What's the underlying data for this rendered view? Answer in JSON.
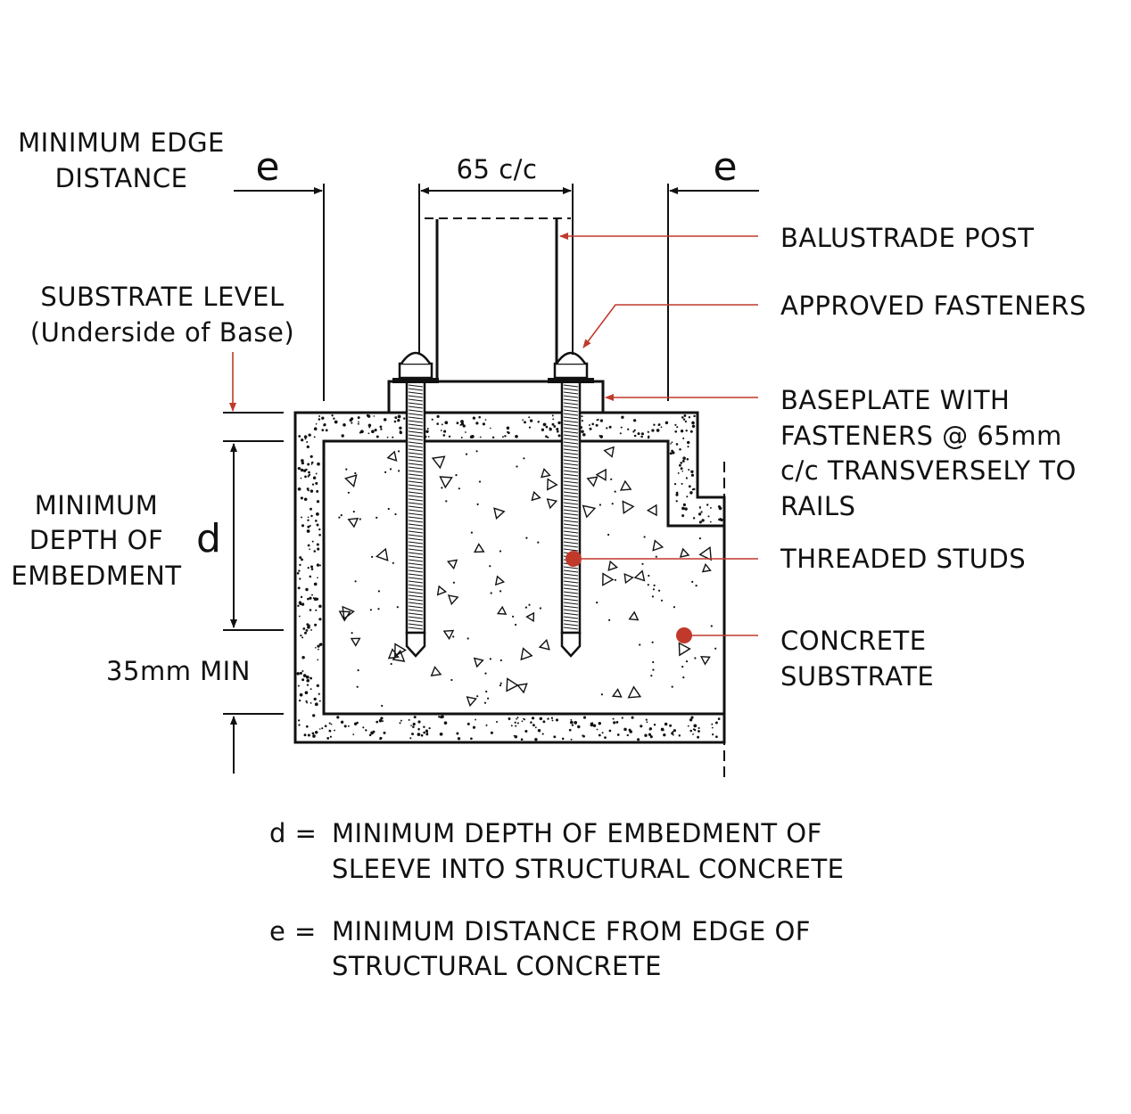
{
  "colors": {
    "line": "#111111",
    "accent": "#c0392b",
    "concrete_fill": "#ffffff"
  },
  "labels": {
    "min_edge_line1": "MINIMUM EDGE",
    "min_edge_line2": "DISTANCE",
    "e_left": "e",
    "e_right": "e",
    "center_spacing": "65 c/c",
    "balustrade_post": "BALUSTRADE POST",
    "approved_fasteners": "APPROVED FASTENERS",
    "substrate_line1": "SUBSTRATE LEVEL",
    "substrate_line2": "(Underside of Base)",
    "baseplate_line1": "BASEPLATE WITH",
    "baseplate_line2": "FASTENERS @ 65mm",
    "baseplate_line3": "c/c TRANSVERSELY TO",
    "baseplate_line4": "RAILS",
    "threaded_studs": "THREADED STUDS",
    "min_depth_line1": "MINIMUM",
    "min_depth_line2": "DEPTH OF",
    "min_depth_line3": "EMBEDMENT",
    "d_symbol": "d",
    "min_35mm": "35mm MIN",
    "concrete_line1": "CONCRETE",
    "concrete_line2": "SUBSTRATE"
  },
  "notes": {
    "d_prefix": "d =",
    "d_line1": "MINIMUM DEPTH OF EMBEDMENT OF",
    "d_line2": "SLEEVE INTO STRUCTURAL CONCRETE",
    "e_prefix": "e =",
    "e_line1": "MINIMUM DISTANCE FROM EDGE OF",
    "e_line2": "STRUCTURAL CONCRETE"
  }
}
